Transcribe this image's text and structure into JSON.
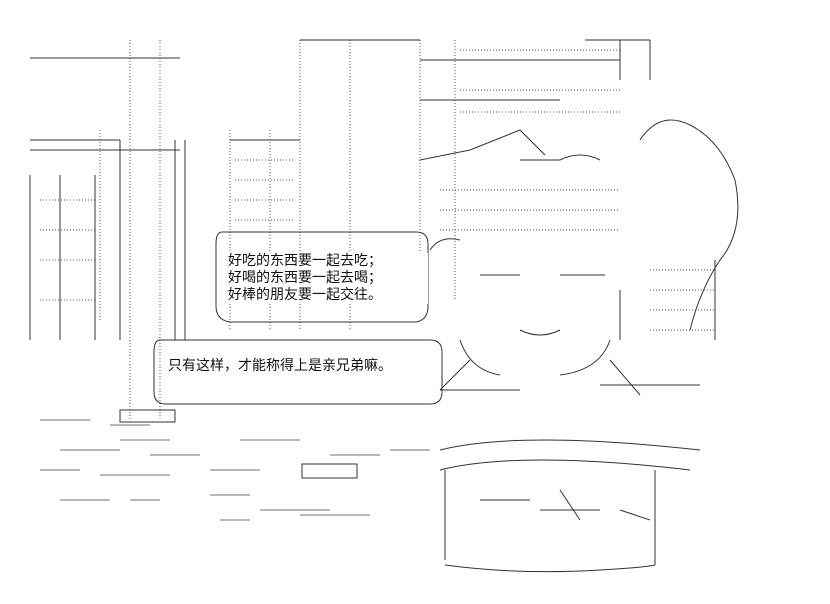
{
  "dialogue": {
    "top_bubble": {
      "lines": [
        "好吃的东西要一起去吃；",
        "好喝的东西要一起去喝；",
        "好棒的朋友要一起交往。"
      ]
    },
    "bottom_bubble": {
      "lines": [
        "只有这样，才能称得上是亲兄弟嘛。"
      ]
    }
  }
}
